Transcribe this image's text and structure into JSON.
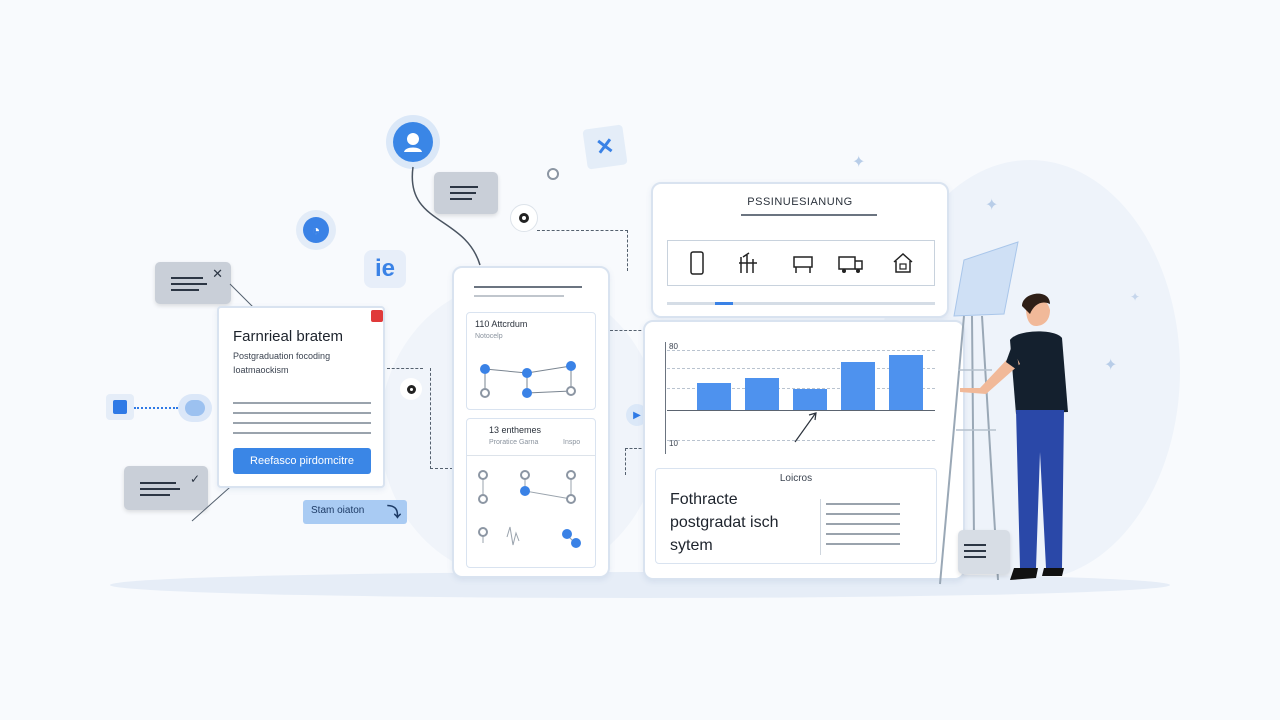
{
  "left_card": {
    "title": "Farnrieal bratem",
    "line1": "Postgraduation focoding",
    "line2": "Ioatmaockism",
    "button_label": "Reefasco pirdomcitre"
  },
  "start_button": {
    "label": "Stam oiaton"
  },
  "center_panel": {
    "section1_title": "110 Attcrdum",
    "section1_sub": "Notocelp",
    "section2_title": "13 enthemes",
    "section2_sub_left": "Proratice Garna",
    "section2_sub_right": "Inspo"
  },
  "right_panel": {
    "header_title": "PSSINUESIANUNG",
    "chart_tick_top": "80",
    "chart_tick_mid": "10",
    "info_label": "Loicros",
    "info_heading": [
      "Fothracte",
      "postgradat isch",
      "sytem"
    ]
  },
  "chart_data": {
    "type": "bar",
    "values": [
      25,
      30,
      20,
      45,
      52
    ],
    "title": "",
    "xlabel": "",
    "ylabel": ""
  },
  "colors": {
    "accent": "#3a82e6",
    "bar": "#4e92ee",
    "border": "#d9e3f0"
  }
}
